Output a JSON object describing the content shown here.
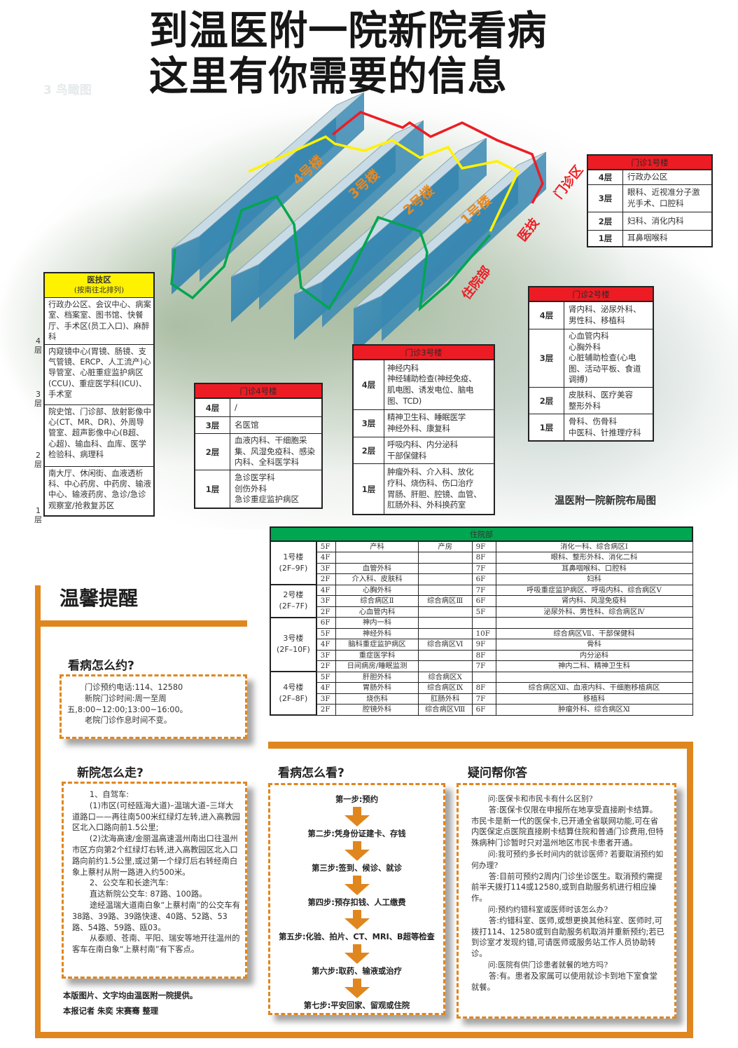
{
  "headline": {
    "line1": "到温医附一院新院看病",
    "line2": "这里有你需要的信息"
  },
  "faded_label": "3 鸟瞰图",
  "map_labels": {
    "b4": "4号楼",
    "b3": "3号楼",
    "b2": "2号楼",
    "b1": "1号楼",
    "outpatient": "门诊区",
    "medtech": "医技",
    "inpatient": "住院部"
  },
  "map_caption": "温医附一院新院布局图",
  "colors": {
    "red": "#ed1c24",
    "yellow": "#fff200",
    "green": "#00a650",
    "orange": "#e0861e"
  },
  "mz1": {
    "title": "门诊1号楼",
    "rows": [
      {
        "floor": "4层",
        "lines": [
          "行政办公区"
        ]
      },
      {
        "floor": "3层",
        "lines": [
          "眼科、近视准分子激",
          "光手术、口腔科"
        ]
      },
      {
        "floor": "2层",
        "lines": [
          "妇科、消化内科"
        ]
      },
      {
        "floor": "1层",
        "lines": [
          "耳鼻咽喉科"
        ]
      }
    ]
  },
  "mz2": {
    "title": "门诊2号楼",
    "rows": [
      {
        "floor": "4层",
        "lines": [
          "肾内科、泌尿外科、",
          "男性科、移植科"
        ]
      },
      {
        "floor": "3层",
        "lines": [
          "心血管内科",
          "心胸外科",
          "心脏辅助检查(心电",
          "图、活动平板、食道",
          "调搏)"
        ]
      },
      {
        "floor": "2层",
        "lines": [
          "皮肤科、医疗美容",
          "整形外科"
        ]
      },
      {
        "floor": "1层",
        "lines": [
          "骨科、伤骨科",
          "中医科、针推理疗科"
        ]
      }
    ]
  },
  "mz3": {
    "title": "门诊3号楼",
    "rows": [
      {
        "floor": "4层",
        "lines": [
          "神经内科",
          "神经辅助检查(神经免疫、",
          "肌电图、诱发电位、脑电",
          "图、TCD)"
        ]
      },
      {
        "floor": "3层",
        "lines": [
          "精神卫生科、睡眠医学",
          "神经外科、康复科"
        ]
      },
      {
        "floor": "2层",
        "lines": [
          "呼吸内科、内分泌科",
          "干部保健科"
        ]
      },
      {
        "floor": "1层",
        "lines": [
          "肿瘤外科、介入科、放化",
          "疗科、烧伤科、伤口治疗",
          "胃肠、肝胆、腔镜、血管、",
          "肛肠外科、外科换药室"
        ]
      }
    ]
  },
  "mz4": {
    "title": "门诊4号楼",
    "rows": [
      {
        "floor": "4层",
        "lines": [
          "/"
        ]
      },
      {
        "floor": "3层",
        "lines": [
          "名医馆"
        ]
      },
      {
        "floor": "2层",
        "lines": [
          "血液内科、干细胞采",
          "集、风湿免疫科、感染",
          "内科、全科医学科"
        ]
      },
      {
        "floor": "1层",
        "lines": [
          "急诊医学科",
          "创伤外科",
          "急诊重症监护病区"
        ]
      }
    ]
  },
  "yiji": {
    "title": "医技区",
    "subtitle": "(按南往北排列)",
    "rows": [
      {
        "floor": "4层",
        "text": "行政办公区、会议中心、病案室、档案室、图书馆、快餐厅、手术区(员工入口)、麻醉科"
      },
      {
        "floor": "3层",
        "text": "内窥镜中心(胃镜、肠镜、支气管镜、ERCP、人工流产)心导管室、心脏重症监护病区(CCU)、重症医学科(ICU)、手术室"
      },
      {
        "floor": "2层",
        "text": "院史馆、门诊部、放射影像中心(CT、MR、DR)、外周导管室、超声影像中心(B超、心超)、输血科、血库、医学检验科、病理科"
      },
      {
        "floor": "1层",
        "text": "南大厅、休闲街、血液透析科、中心药房、中药房、输液中心、输液药房、急诊/急诊观察室/抢救复苏区"
      }
    ]
  },
  "inpatient": {
    "title": "住院部",
    "buildings": [
      {
        "name": "1号楼",
        "range": "(2F–9F)",
        "rows": [
          {
            "f": "5F",
            "a": "产科",
            "b": "产房",
            "f2": "9F",
            "c": "消化一科、综合病区Ⅰ"
          },
          {
            "f": "4F",
            "a": "",
            "b": "",
            "f2": "8F",
            "c": "眼科、整形外科、消化二科"
          },
          {
            "f": "3F",
            "a": "血管外科",
            "b": "",
            "f2": "7F",
            "c": "耳鼻咽喉科、口腔科"
          },
          {
            "f": "2F",
            "a": "介入科、皮肤科",
            "b": "",
            "f2": "6F",
            "c": "妇科"
          }
        ]
      },
      {
        "name": "2号楼",
        "range": "(2F–7F)",
        "rows": [
          {
            "f": "4F",
            "a": "心胸外科",
            "b": "",
            "f2": "7F",
            "c": "呼吸重症监护病区、呼吸内科、综合病区Ⅴ"
          },
          {
            "f": "3F",
            "a": "综合病区Ⅱ",
            "b": "综合病区Ⅲ",
            "f2": "6F",
            "c": "肾内科、风湿免疫科"
          },
          {
            "f": "2F",
            "a": "心血管内科",
            "b": "",
            "f2": "5F",
            "c": "泌尿外科、男性科、综合病区Ⅳ"
          }
        ]
      },
      {
        "name": "3号楼",
        "range": "(2F–10F)",
        "rows": [
          {
            "f": "6F",
            "a": "神内一科",
            "b": "",
            "f2": "",
            "c": ""
          },
          {
            "f": "5F",
            "a": "神经外科",
            "b": "",
            "f2": "10F",
            "c": "综合病区Ⅶ、干部保健科"
          },
          {
            "f": "4F",
            "a": "脑科重症监护病区",
            "b": "综合病区Ⅵ",
            "f2": "9F",
            "c": "骨科"
          },
          {
            "f": "3F",
            "a": "重症医学科",
            "b": "",
            "f2": "8F",
            "c": "内分泌科"
          },
          {
            "f": "2F",
            "a": "日间病房/睡眠监测",
            "b": "",
            "f2": "7F",
            "c": "神内二科、精神卫生科"
          }
        ]
      },
      {
        "name": "4号楼",
        "range": "(2F–8F)",
        "rows": [
          {
            "f": "5F",
            "a": "肝胆外科",
            "b": "综合病区Ⅹ",
            "f2": "",
            "c": ""
          },
          {
            "f": "4F",
            "a": "胃肠外科",
            "b": "综合病区Ⅸ",
            "f2": "8F",
            "c": "综合病区Ⅻ、血液内科、干细胞移植病区"
          },
          {
            "f": "3F",
            "a": "烧伤科",
            "b": "肛肠外科",
            "f2": "7F",
            "c": "移植科"
          },
          {
            "f": "2F",
            "a": "腔镜外科",
            "b": "综合病区Ⅷ",
            "f2": "6F",
            "c": "肿瘤外科、综合病区Ⅺ"
          }
        ]
      }
    ]
  },
  "reminder": {
    "title": "温馨提醒",
    "appointment": {
      "heading": "看病怎么约?",
      "paras": [
        "门诊预约电话:114、12580",
        "新院门诊时间:周一至周五,8:00~12:00;13:00~16:00。",
        "老院门诊作息时间不变。"
      ]
    },
    "directions": {
      "heading": "新院怎么走?",
      "paras": [
        "1、自驾车:",
        "(1)市区(可经瓯海大道)–温瑞大道–三垟大道路口——再往南500米红绿灯左转,进入高教园区北入口路向前1.5公里;",
        "(2)沈海高速/金丽温高速温州南出口往温州市区方向第2个红绿灯右转,进入高教园区北入口路向前约1.5公里,或过第一个绿灯后右转经南白象上蔡村从附一路进入约500米。",
        "2、公交车和长途汽车:",
        "直达新院公交车: 87路、100路。",
        "途经温瑞大道南白象“上蔡村南”的公交车有38路、39路、39路快速、40路、52路、53路、54路、59路、瓯03。",
        "从泰顺、苍南、平阳、瑞安等地开往温州的客车在南白象“上蔡村南”有下客点。"
      ]
    },
    "process": {
      "heading": "看病怎么看?",
      "steps": [
        "第一步:预约",
        "第二步:凭身份证建卡、存钱",
        "第三步:签到、候诊、就诊",
        "第四步:预存扣钱、人工缴费",
        "第五步:化验、拍片、CT、MRI、B超等检查",
        "第六步:取药、输液或治疗",
        "第七步:平安回家、留观或住院"
      ]
    },
    "faq": {
      "heading": "疑问帮你答",
      "items": [
        {
          "q": "问:医保卡和市民卡有什么区别?",
          "a": "答:医保卡仅限在申报所在地享受直接刷卡结算。市民卡是新一代的医保卡,已开通全省联网功能,可在省内医保定点医院直接刷卡结算住院和普通门诊费用,但特殊病种门诊暂时只对温州地区市民卡患者开通。"
        },
        {
          "q": "问:我可预约多长时间内的就诊医师? 若要取消预约如何办理?",
          "a": "答:目前可预约2周内门诊坐诊医生。取消预约需提前半天拨打114或12580,或到自助服务机进行相应操作。"
        },
        {
          "q": "问:预约约错科室或医师时该怎么办?",
          "a": "答:约错科室、医师,或想更换其他科室、医师时,可拨打114、12580或到自助服务机取消并重新预约;若已到诊室才发现约错,可请医师或服务站工作人员协助转诊。"
        },
        {
          "q": "问:医院有供门诊患者就餐的地方吗?",
          "a": "答:有。患者及家属可以使用就诊卡到地下室食堂就餐。"
        }
      ]
    },
    "credits": [
      "本版图片、文字均由温医附一院提供。",
      "本报记者 朱奕 宋赛骞 整理"
    ]
  }
}
